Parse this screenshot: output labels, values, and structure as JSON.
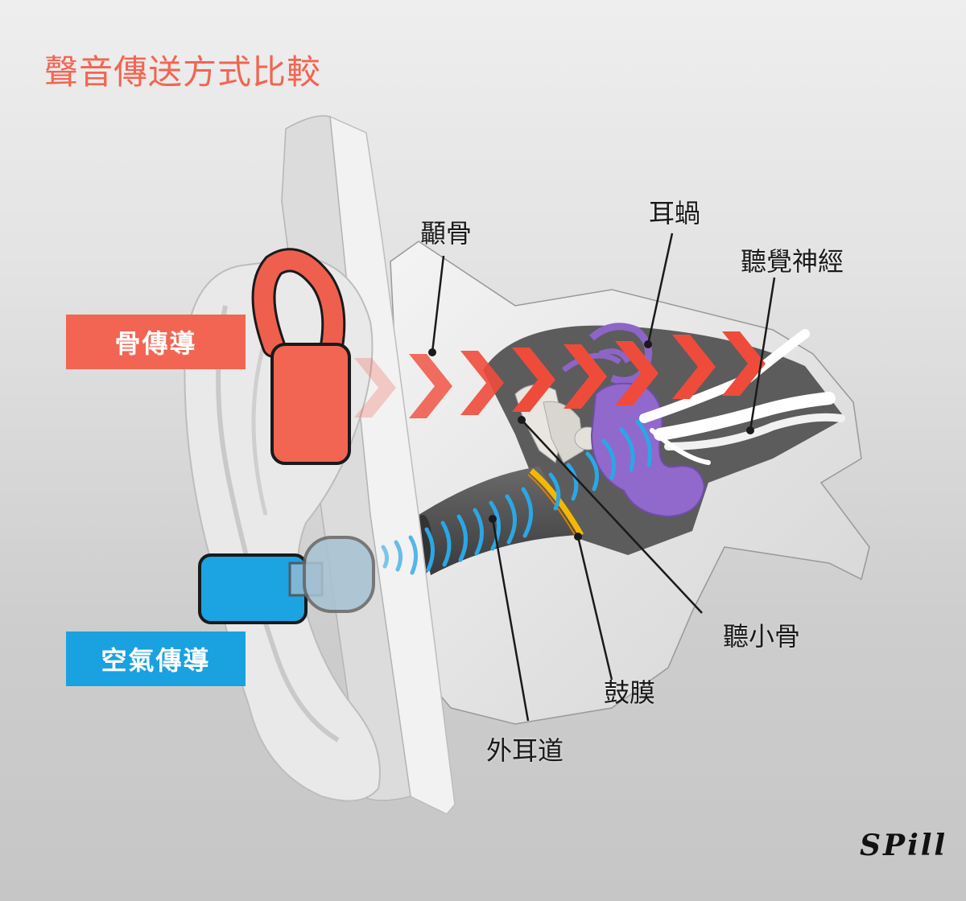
{
  "title": "聲音傳送方式比較",
  "methods": {
    "bone": {
      "label": "骨傳導",
      "color": "#f26552"
    },
    "air": {
      "label": "空氣傳導",
      "color": "#1aa1e0"
    }
  },
  "parts": {
    "temporal_bone": "顳骨",
    "cochlea": "耳蝸",
    "auditory_nerve": "聽覺神經",
    "ossicles": "聽小骨",
    "eardrum": "鼓膜",
    "ear_canal": "外耳道"
  },
  "colors": {
    "cochlea": "#9168cc",
    "eardrum": "#f5b800",
    "canal": "#4e4e4e"
  },
  "logo": "SPill"
}
